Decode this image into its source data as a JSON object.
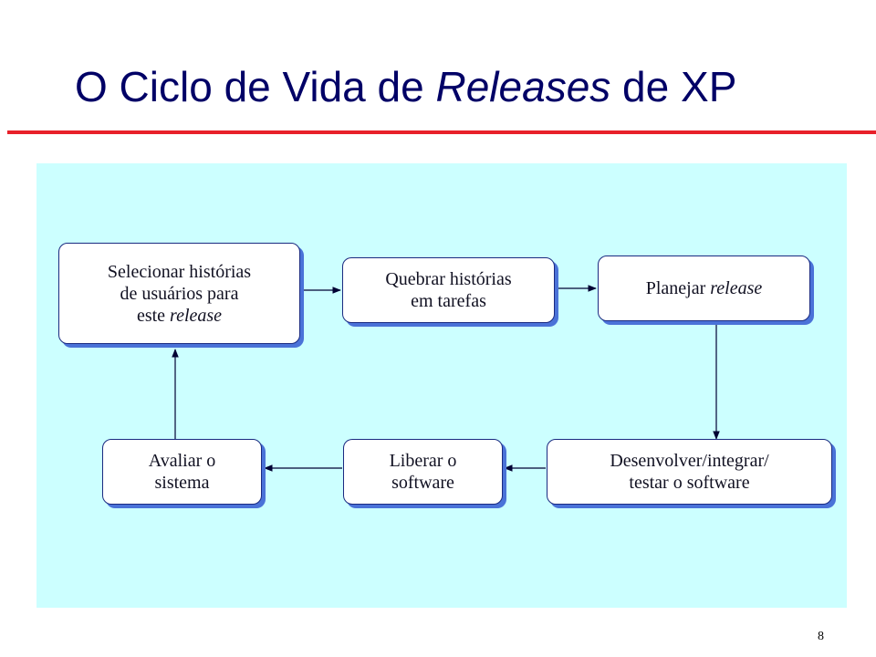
{
  "title": {
    "part1": "O Ciclo de Vida de ",
    "part2": "Releases",
    "part3": " de XP"
  },
  "colors": {
    "title": "#000066",
    "rule": "#e8202a",
    "diagram_background": "#ccffff",
    "box_shadow": "#4a72d8",
    "arrow": "#000033"
  },
  "steps": {
    "select": {
      "line1": "Selecionar histórias",
      "line2": "de usuários para",
      "line3a": "este ",
      "line3b": "release"
    },
    "break": {
      "line1": "Quebrar histórias",
      "line2": "em tarefas"
    },
    "plan": {
      "text": "Planejar ",
      "italic": "release"
    },
    "develop": {
      "line1": "Desenvolver/integrar/",
      "line2": "testar  o software"
    },
    "release": {
      "line1": "Liberar o",
      "line2": "software"
    },
    "evaluate": {
      "line1": "Avaliar o",
      "line2": "sistema"
    }
  },
  "page_number": "8"
}
